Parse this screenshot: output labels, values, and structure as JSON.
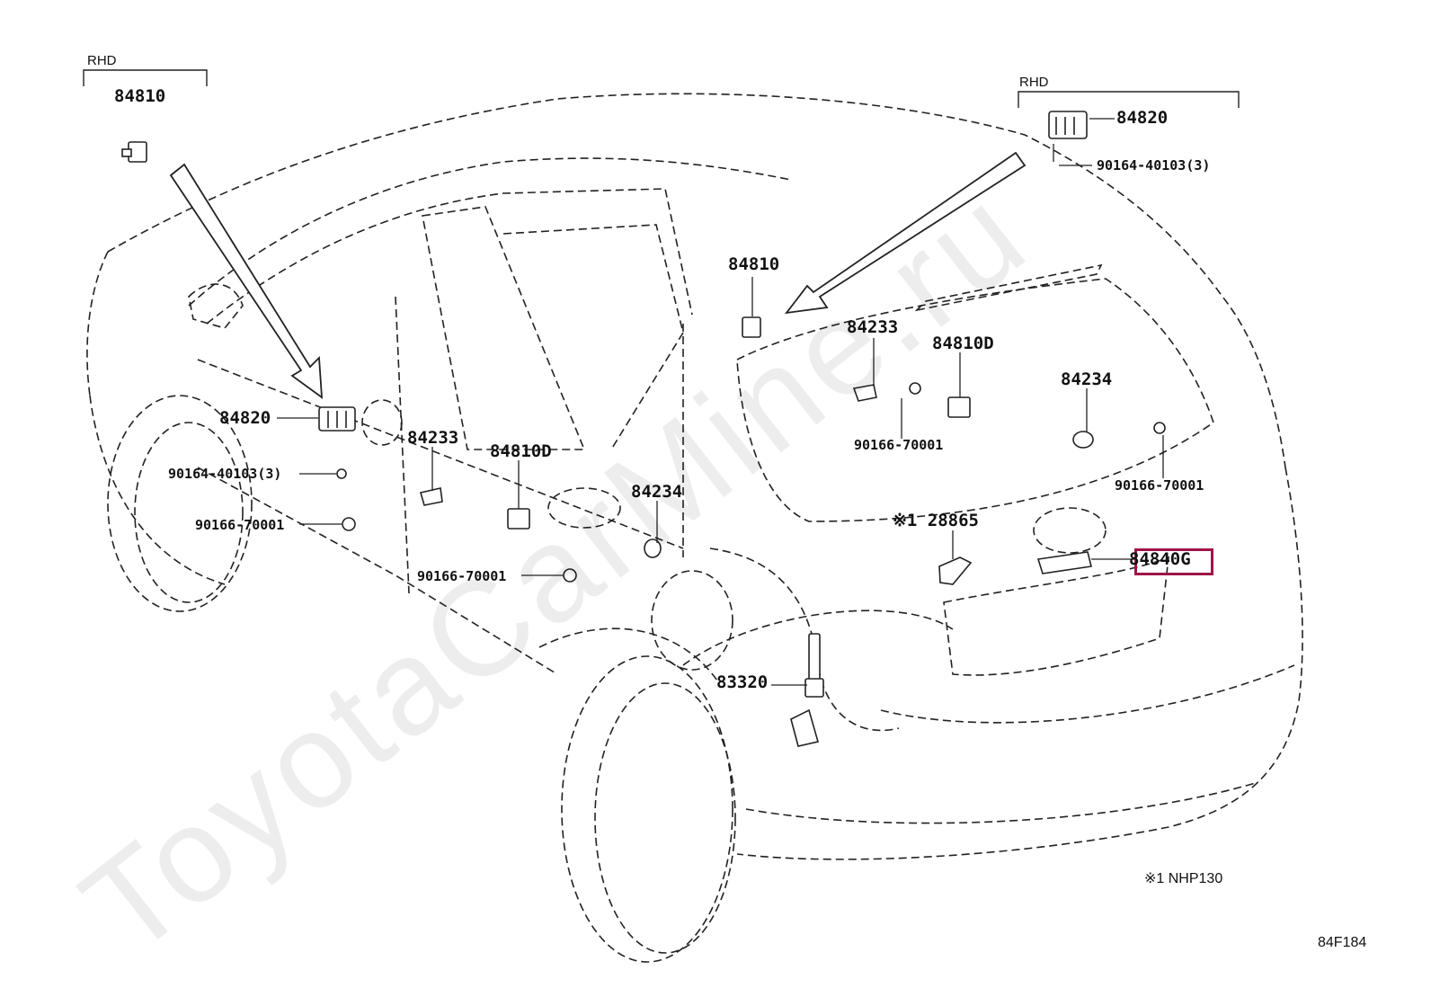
{
  "diagram_code": "84F184",
  "footnote": "※1 NHP130",
  "watermark": "ToyotaCarMine.ru",
  "highlight_color": "#a0134a",
  "inset_left": {
    "group_label": "RHD",
    "part": "84810"
  },
  "inset_right": {
    "group_label": "RHD",
    "part": "84820",
    "screw": "90164-40103(3)"
  },
  "labels": {
    "p84810_roof": "84810",
    "p84233_rear": "84233",
    "p84810D_rear": "84810D",
    "p90166_rear1": "90166-70001",
    "p84234_rear": "84234",
    "p90166_rear2": "90166-70001",
    "p28865": "※1 28865",
    "p84840G": "84840G",
    "p84820_side": "84820",
    "p90164_side": "90164-40103(3)",
    "p90166_side1": "90166-70001",
    "p84233_side": "84233",
    "p84810D_side": "84810D",
    "p84234_side": "84234",
    "p90166_side2": "90166-70001",
    "p83320": "83320"
  }
}
